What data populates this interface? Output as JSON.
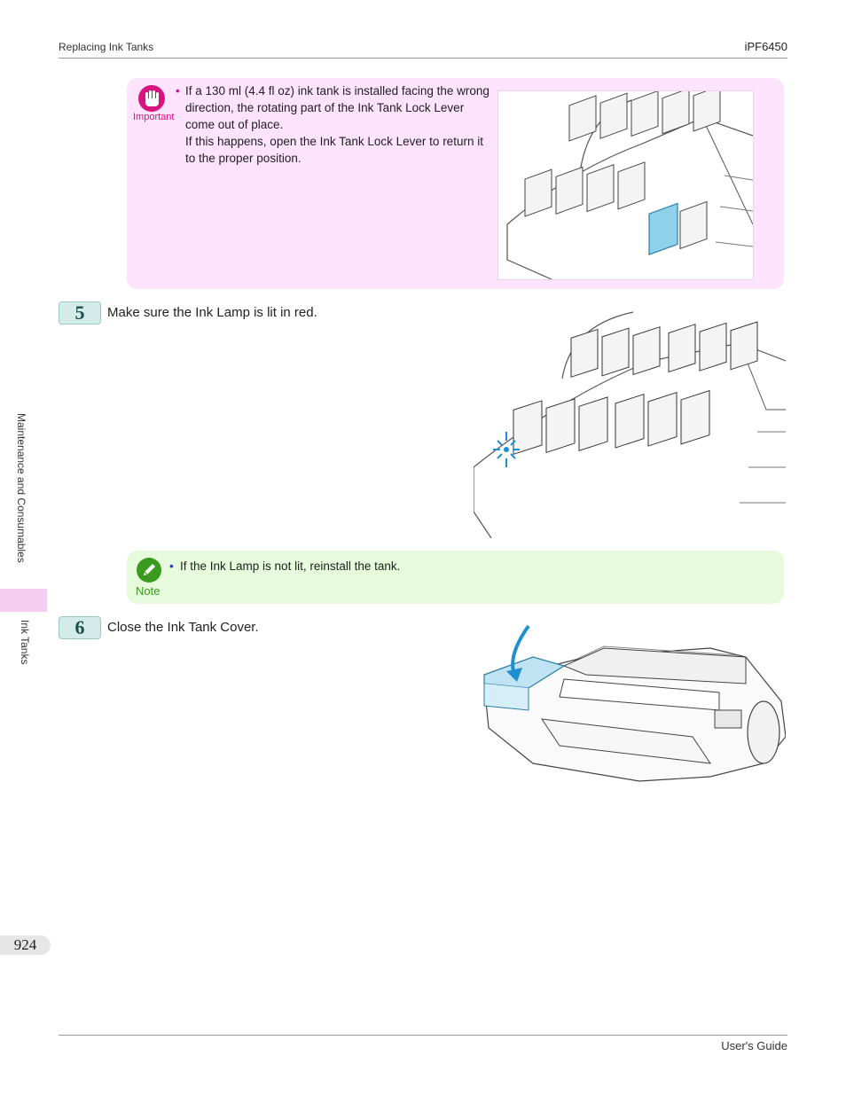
{
  "header": {
    "section": "Replacing Ink Tanks",
    "model": "iPF6450"
  },
  "important": {
    "label": "Important",
    "text_line1": "If a 130 ml (4.4 fl oz) ink tank is installed facing the wrong direction, the rotating part of the Ink Tank Lock Lever come out of place.",
    "text_line2": "If this happens, open the Ink Tank Lock Lever to return it to the proper position.",
    "colors": {
      "background": "#fde3fb",
      "accent": "#d7147f",
      "highlight": "#8fd0ea"
    }
  },
  "steps": [
    {
      "number": "5",
      "text": "Make sure the Ink Lamp is lit in red."
    },
    {
      "number": "6",
      "text": "Close the Ink Tank Cover."
    }
  ],
  "note": {
    "label": "Note",
    "text": "If the Ink Lamp is not lit, reinstall the tank.",
    "colors": {
      "background": "#e5fbdc",
      "accent": "#3a9a1e"
    }
  },
  "side_tabs": {
    "chapter": "Maintenance and Consumables",
    "section": "Ink Tanks"
  },
  "page_number": "924",
  "footer": {
    "title": "User's Guide"
  },
  "icons": [
    "hand-stop-icon",
    "pencil-icon"
  ]
}
